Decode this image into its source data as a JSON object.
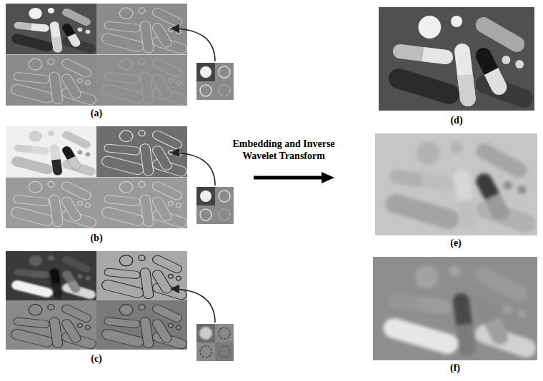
{
  "diagram": {
    "labels": [
      "(a)",
      "(d)",
      "Embedding and Inverse Wavelet Transform",
      "(b)",
      "(e)",
      "(c)",
      "(f)"
    ]
  }
}
